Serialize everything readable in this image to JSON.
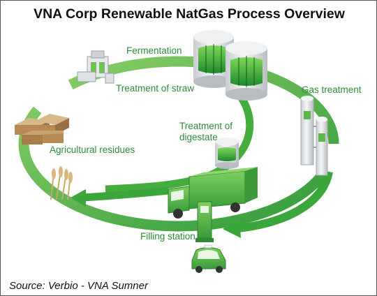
{
  "title": "VNA Corp Renewable NatGas Process Overview",
  "stages": {
    "fermentation": "Fermentation",
    "treatment_of_straw": "Treatment of straw",
    "gas_treatment": "Gas treatment",
    "treatment_of_digestate_line1": "Treatment of",
    "treatment_of_digestate_line2": "digestate",
    "agricultural_residues": "Agricultural residues",
    "filling_station": "Filling station"
  },
  "source": "Source: Verbio - VNA Sumner",
  "colors": {
    "cycle_green": "#35a83a",
    "label_green": "#2e8b3a",
    "vehicle_green": "#4fb848",
    "tank_grey": "#e4e6e8"
  },
  "icons": [
    "biogas-tank-icon",
    "straw-press-icon",
    "gas-column-icon",
    "digestate-tank-icon",
    "hay-bales-icon",
    "wheat-icon",
    "truck-icon",
    "fuel-pump-icon",
    "car-icon"
  ]
}
